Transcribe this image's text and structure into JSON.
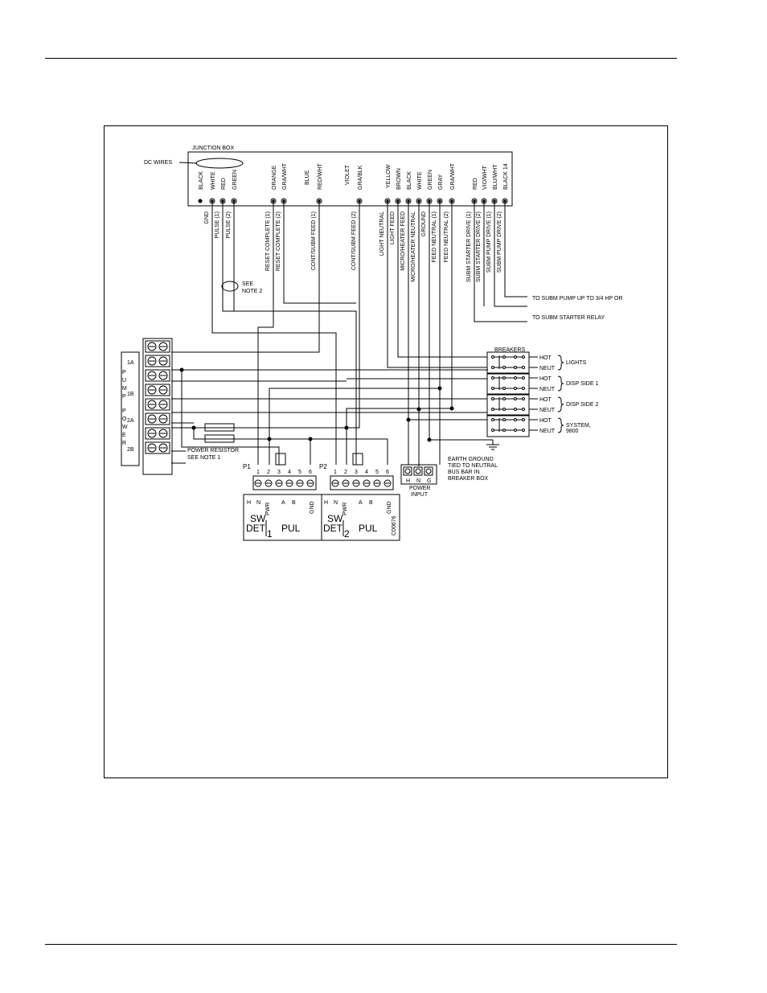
{
  "junction_box": {
    "title": "JUNCTION BOX",
    "dc_wires": "DC WIRES",
    "wire_colors": [
      "BLACK",
      "WHITE",
      "RED",
      "GREEN",
      "ORANGE",
      "GRA/WHT",
      "RED/WHT",
      "GRA/BLK",
      "YELLOW",
      "BROWN",
      "BLACK",
      "WHITE",
      "GREEN",
      "GRAY",
      "GRA/WHT",
      "RED",
      "VIO/WHT",
      "BLU/WHT",
      "BLACK 14"
    ],
    "upper_colors": {
      "blue": "BLUE",
      "violet": "VIOLET"
    },
    "functions": [
      "GND",
      "PULSE (1)",
      "PULSE (2)",
      "RESET COMPLETE (1)",
      "RESET COMPLETE (2)",
      "CONT/SUBM FEED (1)",
      "CONT/SUBM FEED (2)",
      "LIGHT NEUTRAL",
      "LIGHT FEED",
      "MICRO/HEATER FEED",
      "MICRO/HEATER NEUTRAL",
      "GROUND",
      "FEED NEUTRAL (1)",
      "FEED NEUTRAL (2)",
      "SUBM STARTER DRIVE (1)",
      "SUBM STARTER DRIVE (2)",
      "SUBM PUMP DRIVE (1)",
      "SUBM PUMP DRIVE (2)"
    ]
  },
  "notes": {
    "see_note_2": [
      "SEE",
      "NOTE 2"
    ],
    "to_subm_pump": "TO SUBM PUMP UP TO 3/4 HP OR",
    "to_subm_starter": "TO SUBM STARTER RELAY"
  },
  "breakers": {
    "title": "BREAKERS",
    "hot": "HOT",
    "neut": "NEUT",
    "groups": [
      {
        "label": "LIGHTS"
      },
      {
        "label": "DISP SIDE 1"
      },
      {
        "label": "DISP SIDE 2"
      },
      {
        "label": "SYSTEM,",
        "label2": "9800"
      }
    ]
  },
  "pump_power": {
    "letters": [
      "P",
      "U",
      "M",
      "P",
      "P",
      "O",
      "W",
      "E",
      "R"
    ],
    "terminals": [
      "1A",
      "1B",
      "2A",
      "2B"
    ]
  },
  "resistor": {
    "line1": "POWER RESISTOR",
    "line2": "SEE NOTE 1"
  },
  "earth": [
    "EARTH GROUND",
    "TIED TO NEUTRAL",
    "BUS BAR IN",
    "BREAKER BOX"
  ],
  "power_input": {
    "terminals": [
      "H",
      "N",
      "G"
    ],
    "line1": "POWER",
    "line2": "INPUT"
  },
  "board": {
    "p1": "P1",
    "p2": "P2",
    "pins": [
      "1",
      "2",
      "3",
      "4",
      "5",
      "6"
    ],
    "pin_labels": [
      "H",
      "N",
      "PWR",
      "A",
      "B",
      "GND"
    ],
    "sw": "SW",
    "det": "DET",
    "pul": "PUL",
    "unit1": "1",
    "unit2": "2",
    "code": "C00676"
  }
}
